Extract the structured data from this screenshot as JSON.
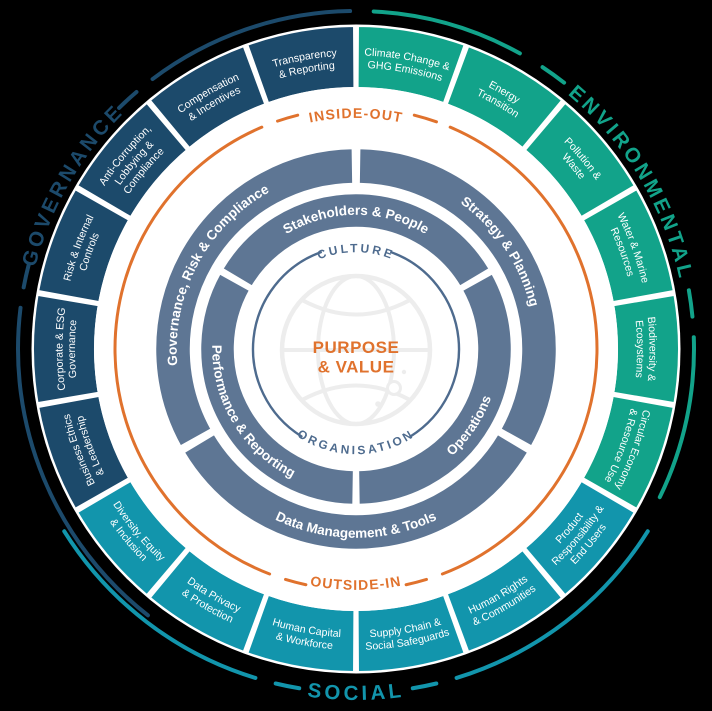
{
  "colors": {
    "background": "#000000",
    "governance": "#1c4a6b",
    "environmental": "#12a38a",
    "social": "#1295ac",
    "middle_ring": "#5e7694",
    "core_text": "#4e6b8e",
    "accent_orange": "#e0722d",
    "label_text": "#ffffff",
    "globe": "#ededed",
    "white": "#ffffff"
  },
  "category_arcs": [
    {
      "id": "governance",
      "label": "GOVERNANCE"
    },
    {
      "id": "environmental",
      "label": "ENVIRONMENTAL"
    },
    {
      "id": "social",
      "label": "SOCIAL"
    }
  ],
  "outer_ring": {
    "segments": [
      {
        "category": "environmental",
        "lines": [
          "Climate Change &",
          "GHG Emissions"
        ]
      },
      {
        "category": "environmental",
        "lines": [
          "Energy",
          "Transition"
        ]
      },
      {
        "category": "environmental",
        "lines": [
          "Pollution &",
          "Waste"
        ]
      },
      {
        "category": "environmental",
        "lines": [
          "Water & Marine",
          "Resources"
        ]
      },
      {
        "category": "environmental",
        "lines": [
          "Biodiversity &",
          "Ecosystems"
        ]
      },
      {
        "category": "environmental",
        "lines": [
          "Circular Economy",
          "& Resource Use"
        ]
      },
      {
        "category": "social",
        "lines": [
          "Product",
          "Responsibility &",
          "End Users"
        ]
      },
      {
        "category": "social",
        "lines": [
          "Human Rights",
          "& Communities"
        ]
      },
      {
        "category": "social",
        "lines": [
          "Supply Chain &",
          "Social Safeguards"
        ]
      },
      {
        "category": "social",
        "lines": [
          "Human Capital",
          "& Workforce"
        ]
      },
      {
        "category": "social",
        "lines": [
          "Data Privacy",
          "& Protection"
        ]
      },
      {
        "category": "social",
        "lines": [
          "Diversity, Equity",
          "& Inclusion"
        ]
      },
      {
        "category": "governance",
        "lines": [
          "Business Ethics",
          "& Leadership"
        ]
      },
      {
        "category": "governance",
        "lines": [
          "Corporate & ESG",
          "Governance"
        ]
      },
      {
        "category": "governance",
        "lines": [
          "Risk & Internal",
          "Controls"
        ]
      },
      {
        "category": "governance",
        "lines": [
          "Anti-Corruption,",
          "Lobbying &",
          "Compliance"
        ]
      },
      {
        "category": "governance",
        "lines": [
          "Compensation",
          "& Incentives"
        ]
      },
      {
        "category": "governance",
        "lines": [
          "Transparency",
          "& Reporting"
        ]
      }
    ]
  },
  "flow_ring": {
    "top_label": "INSIDE-OUT",
    "bottom_label": "OUTSIDE-IN"
  },
  "middle_ring": {
    "outer_segments": [
      "Governance, Risk & Compliance",
      "Strategy & Planning",
      "Data Management & Tools"
    ],
    "inner_segments": [
      "Stakeholders & People",
      "Operations",
      "Performance & Reporting"
    ]
  },
  "core_ring": {
    "top_label": "CULTURE",
    "bottom_label": "ORGANISATION"
  },
  "center": {
    "lines": [
      "PURPOSE",
      "& VALUE"
    ],
    "icon": "globe-icon"
  }
}
